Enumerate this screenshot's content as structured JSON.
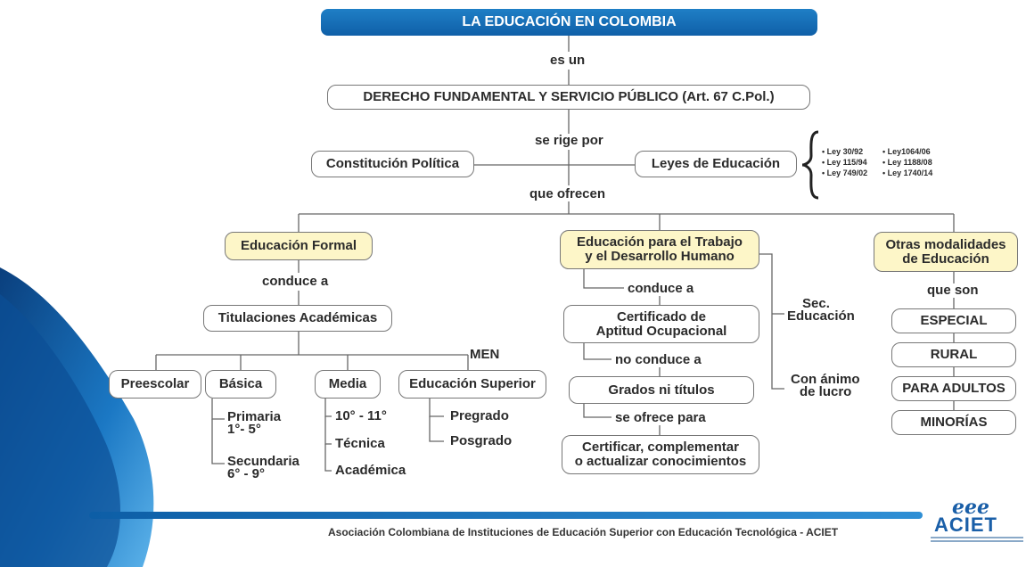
{
  "title": "LA EDUCACIÓN EN COLOMBIA",
  "connector_es_un": "es un",
  "derecho": "DERECHO FUNDAMENTAL Y SERVICIO PÚBLICO (Art. 67 C.Pol.)",
  "connector_se_rige": "se rige por",
  "constitucion": "Constitución Política",
  "leyes": "Leyes de Educación",
  "laws": [
    "• Ley 30/92",
    "• Ley 115/94",
    "• Ley 749/02",
    "• Ley1064/06",
    "• Ley 1188/08",
    "• Ley 1740/14"
  ],
  "connector_que_ofrecen": "que ofrecen",
  "formal": {
    "title": "Educación Formal",
    "conduce_a": "conduce a",
    "titulaciones": "Titulaciones Académicas",
    "men": "MEN",
    "preescolar": "Preescolar",
    "basica": "Básica",
    "primaria": "Primaria",
    "primaria_grades": "1°- 5°",
    "secundaria": "Secundaria",
    "secundaria_grades": "6° - 9°",
    "media": "Media",
    "media_grades": "10° - 11°",
    "tecnica": "Técnica",
    "academica": "Académica",
    "superior": "Educación Superior",
    "pregrado": "Pregrado",
    "posgrado": "Posgrado"
  },
  "trabajo": {
    "title_1": "Educación para el Trabajo",
    "title_2": "y el Desarrollo Humano",
    "conduce_a": "conduce a",
    "certificado_1": "Certificado de",
    "certificado_2": "Aptitud Ocupacional",
    "no_conduce_a": "no conduce a",
    "grados": "Grados ni títulos",
    "se_ofrece": "se ofrece para",
    "certificar_1": "Certificar, complementar",
    "certificar_2": "o actualizar conocimientos",
    "sec_1": "Sec.",
    "sec_2": "Educación",
    "animo_1": "Con ánimo",
    "animo_2": "de lucro"
  },
  "otras": {
    "title_1": "Otras modalidades",
    "title_2": "de Educación",
    "que_son": "que son",
    "items": [
      "ESPECIAL",
      "RURAL",
      "PARA ADULTOS",
      "MINORÍAS"
    ]
  },
  "footer": "Asociación Colombiana de Instituciones de Educación Superior con Educación Tecnológica - ACIET",
  "logo_mark": "eee",
  "logo_name": "ACIET",
  "colors": {
    "banner": "#0f5fa8",
    "highlight": "#fdf6c8",
    "lines": "#666666"
  }
}
